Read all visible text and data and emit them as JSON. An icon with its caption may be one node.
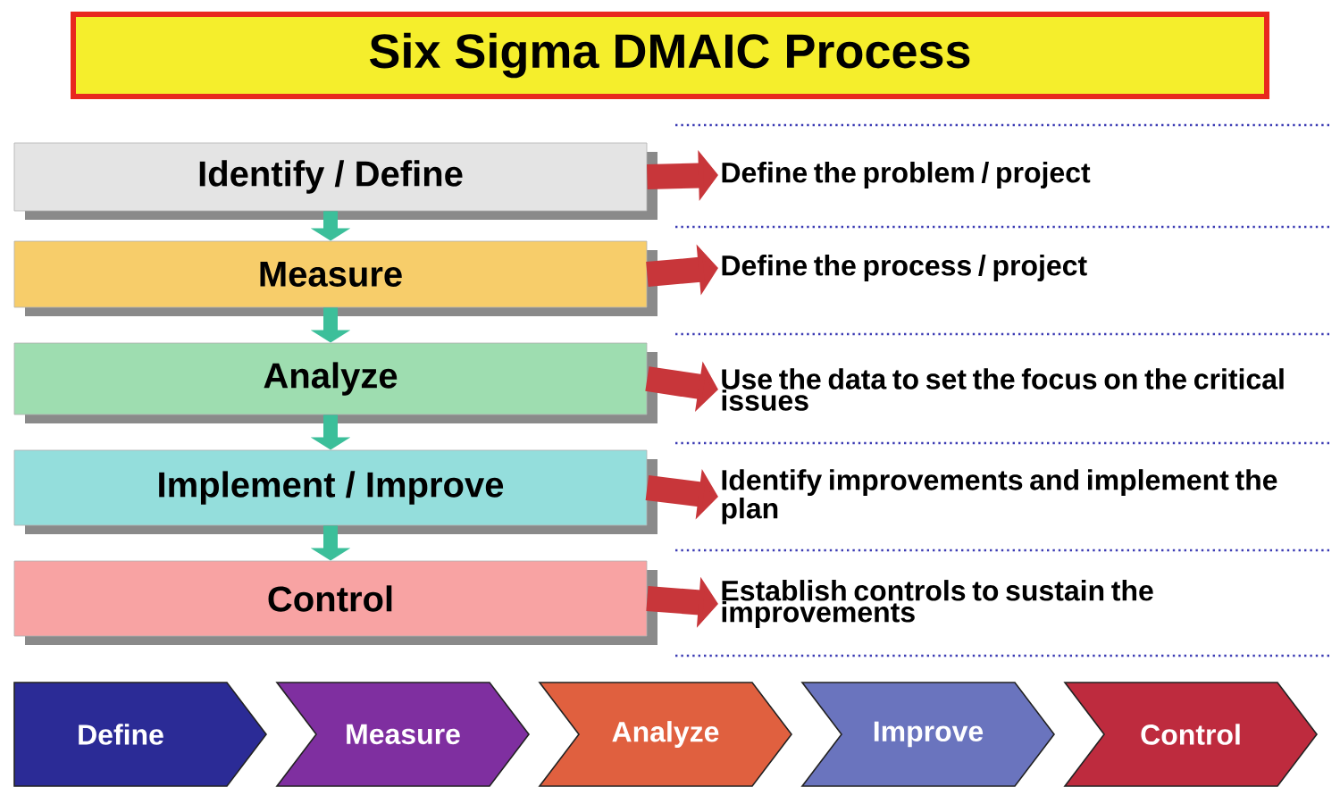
{
  "diagram": {
    "title": "Six Sigma DMAIC Process",
    "nodes": [
      {
        "text": [
          "Identify / Define"
        ]
      },
      {
        "text": [
          "Measure"
        ]
      },
      {
        "text": [
          "Analyze"
        ]
      },
      {
        "text": [
          "Implement / Improve"
        ]
      },
      {
        "text": [
          "Control"
        ]
      },
      {
        "text": [
          "Define the problem / project"
        ]
      },
      {
        "text": [
          "Define the process / project"
        ]
      },
      {
        "text": [
          "Use the data to set the focus on the critical issues"
        ]
      },
      {
        "text": [
          "Identify improvements and implement the plan"
        ]
      },
      {
        "text": [
          "Establish controls to sustain the improvements"
        ]
      },
      {
        "text": [
          "Define"
        ]
      },
      {
        "text": [
          "Measure"
        ]
      },
      {
        "text": [
          "Analyze"
        ]
      },
      {
        "text": [
          "Improve"
        ]
      },
      {
        "text": [
          "Control"
        ]
      }
    ],
    "edges": [
      {
        "from": 0,
        "to": 1,
        "arrow": "to",
        "color": "#3cbf9a"
      },
      {
        "from": 1,
        "to": 2,
        "arrow": "to",
        "color": "#3cbf9a"
      },
      {
        "from": 2,
        "to": 3,
        "arrow": "to",
        "color": "#3cbf9a"
      },
      {
        "from": 3,
        "to": 4,
        "arrow": "to",
        "color": "#3cbf9a"
      },
      {
        "from": 0,
        "to": 5,
        "arrow": "to"
      },
      {
        "from": 1,
        "to": 6,
        "arrow": "to"
      },
      {
        "from": 2,
        "to": 7,
        "arrow": "to"
      },
      {
        "from": 3,
        "to": 8,
        "arrow": "to"
      },
      {
        "from": 4,
        "to": 9,
        "arrow": "to"
      }
    ]
  }
}
